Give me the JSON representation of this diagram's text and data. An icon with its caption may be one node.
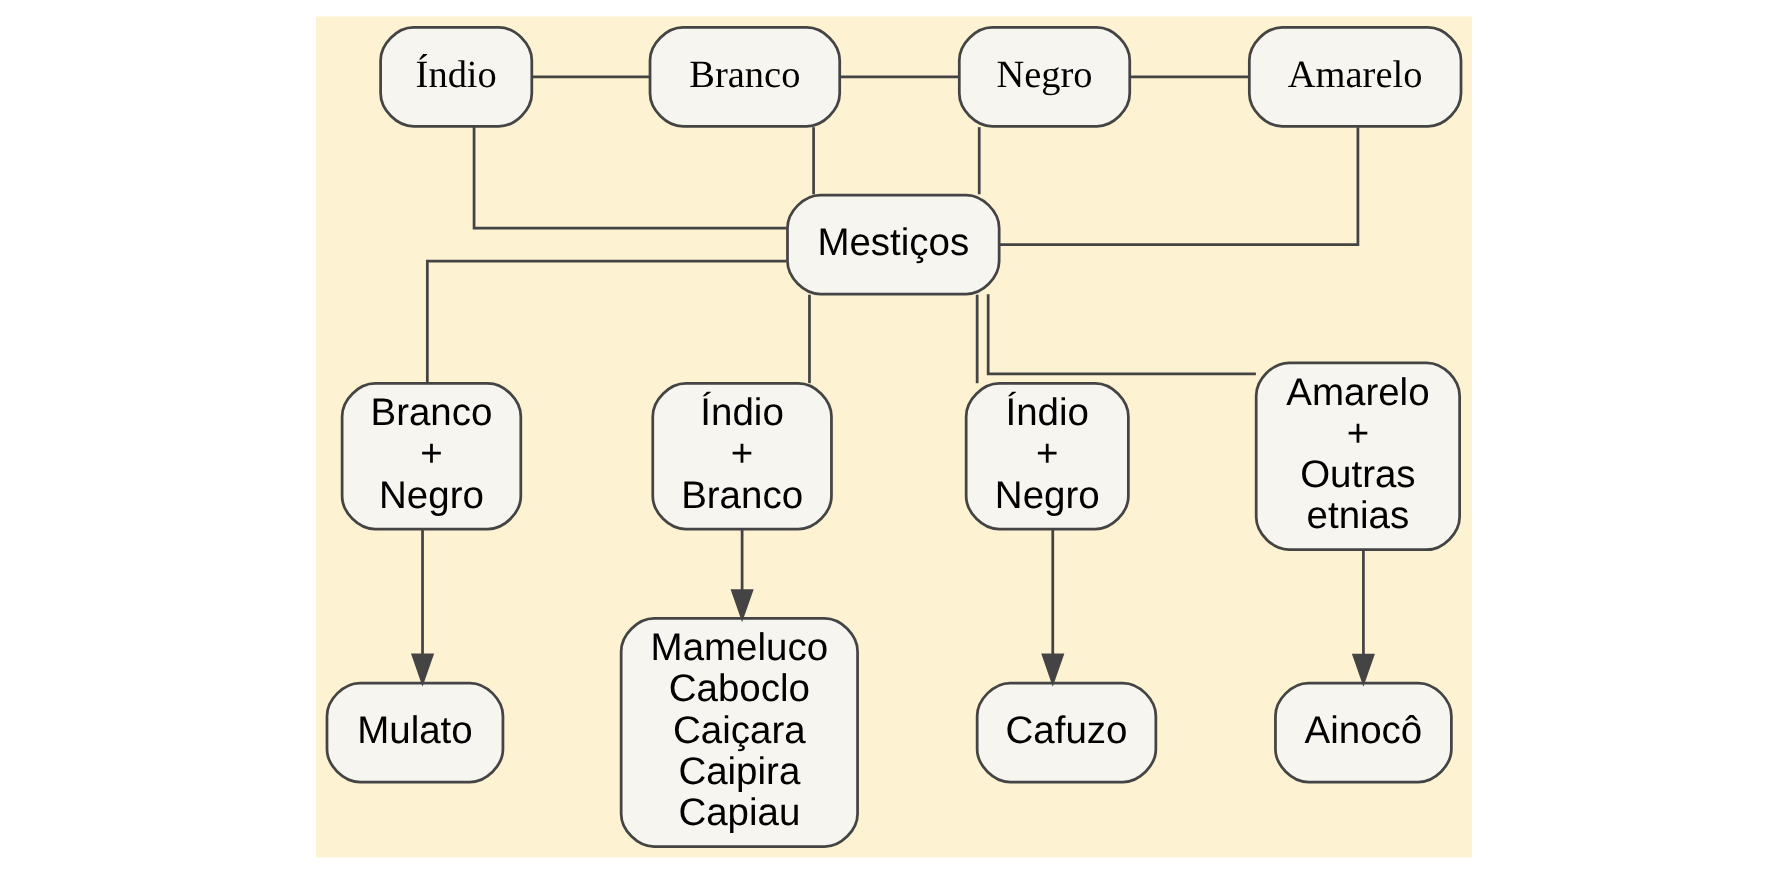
{
  "diagram": {
    "nodes": [
      {
        "text": [
          "Índio"
        ]
      },
      {
        "text": [
          "Branco"
        ]
      },
      {
        "text": [
          "Negro"
        ]
      },
      {
        "text": [
          "Amarelo"
        ]
      },
      {
        "text": [
          "Mestiços"
        ]
      },
      {
        "text": [
          "Branco + Negro"
        ]
      },
      {
        "text": [
          "Índio + Branco"
        ]
      },
      {
        "text": [
          "Índio + Negro"
        ]
      },
      {
        "text": [
          "Amarelo + Outras etnias"
        ]
      },
      {
        "text": [
          "Mulato"
        ]
      },
      {
        "text": [
          "Mameluco",
          "Caboclo",
          "Caiçara",
          "Caipira",
          "Capiau"
        ]
      },
      {
        "text": [
          "Cafuzo"
        ]
      },
      {
        "text": [
          "Ainocô"
        ]
      }
    ],
    "edges": [
      {
        "from": 0,
        "to": 1,
        "arrow": "none"
      },
      {
        "from": 1,
        "to": 2,
        "arrow": "none"
      },
      {
        "from": 2,
        "to": 3,
        "arrow": "none"
      },
      {
        "from": 0,
        "to": 4,
        "arrow": "none"
      },
      {
        "from": 1,
        "to": 4,
        "arrow": "none"
      },
      {
        "from": 2,
        "to": 4,
        "arrow": "none"
      },
      {
        "from": 3,
        "to": 4,
        "arrow": "none"
      },
      {
        "from": 4,
        "to": 5,
        "arrow": "none"
      },
      {
        "from": 4,
        "to": 6,
        "arrow": "none"
      },
      {
        "from": 4,
        "to": 7,
        "arrow": "none"
      },
      {
        "from": 4,
        "to": 8,
        "arrow": "none"
      },
      {
        "from": 5,
        "to": 9,
        "arrow": "to"
      },
      {
        "from": 6,
        "to": 10,
        "arrow": "to"
      },
      {
        "from": 7,
        "to": 11,
        "arrow": "to"
      },
      {
        "from": 8,
        "to": 12,
        "arrow": "to"
      }
    ]
  }
}
